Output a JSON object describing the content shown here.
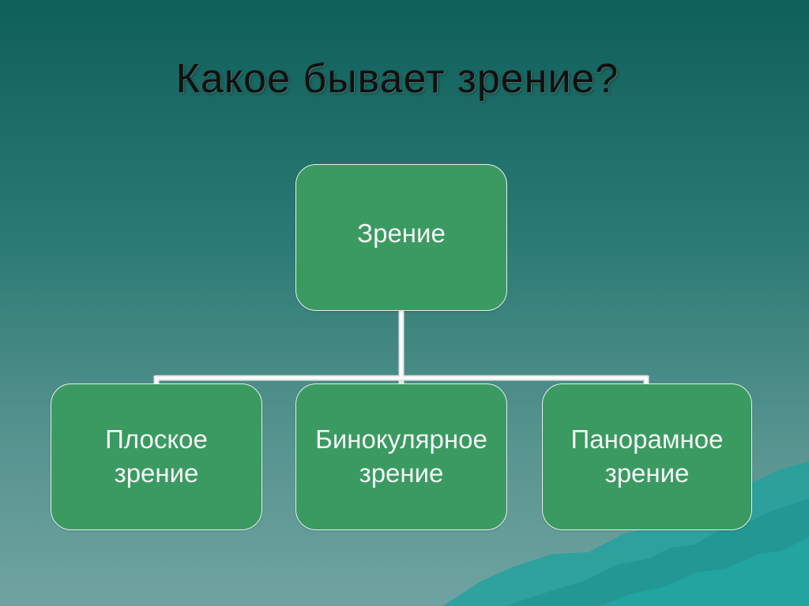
{
  "slide": {
    "title": "Какое бывает зрение?"
  },
  "diagram": {
    "root": "Зрение",
    "children": [
      "Плоское\nзрение",
      "Бинокулярное\nзрение",
      "Панорамное\nзрение"
    ]
  },
  "colors": {
    "node_fill": "#3a9a62",
    "node_border": "#e8f2ec",
    "connector": "#ffffff",
    "background_top": "#0f5f5a",
    "background_bottom": "#6fa3a1",
    "mountain": "#2aa3a0"
  }
}
